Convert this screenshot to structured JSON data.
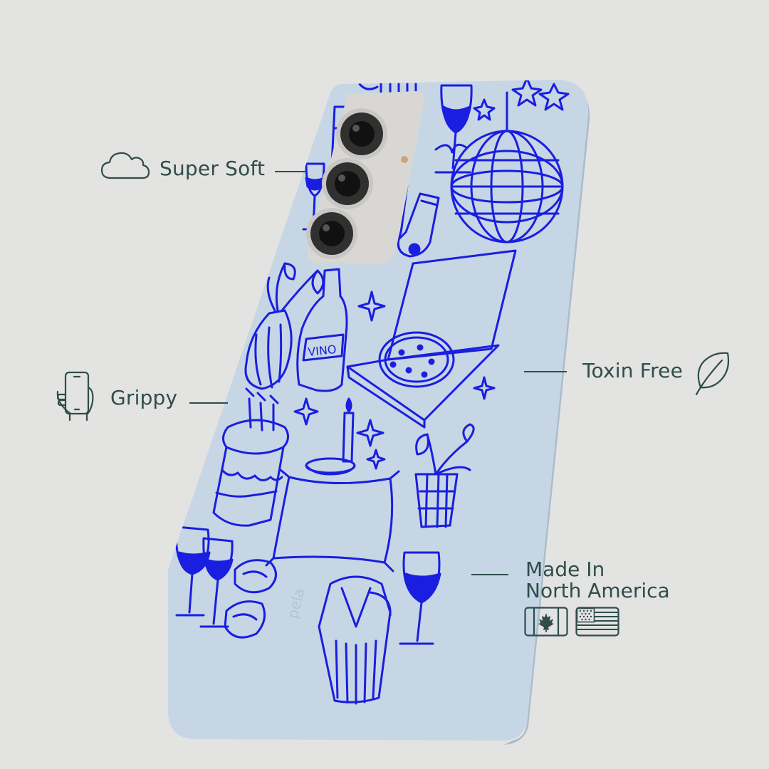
{
  "features": {
    "super_soft": "Super Soft",
    "grippy": "Grippy",
    "toxin_free": "Toxin Free",
    "made_in_line1": "Made In",
    "made_in_line2": "North America"
  },
  "case": {
    "brand_mark": "pela",
    "wine_label": "VINO"
  },
  "icons": {
    "super_soft": "cloud-icon",
    "grippy": "hand-holding-phone-icon",
    "toxin_free": "leaf-icon",
    "canada": "canada-flag-icon",
    "usa": "usa-flag-icon"
  },
  "colors": {
    "background": "#e3e3e2",
    "text": "#2f4d4b",
    "case": "#c6d6e4",
    "doodle": "#1a1ee0",
    "camera_island": "#d9d7d4"
  }
}
